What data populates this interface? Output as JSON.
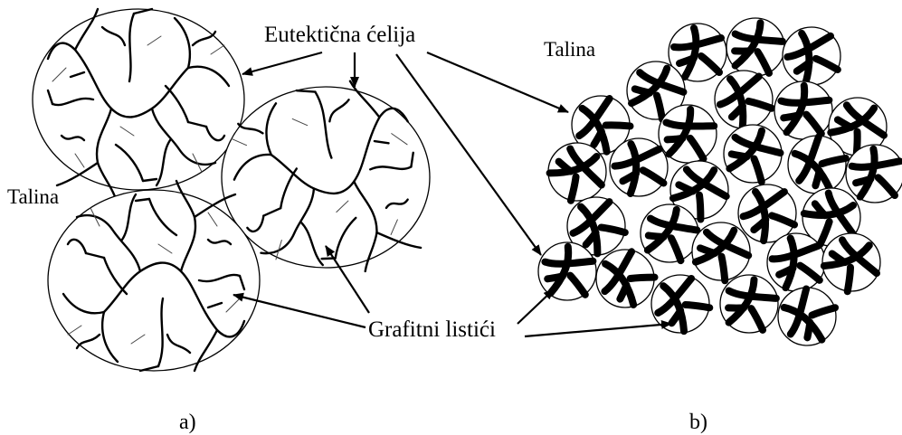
{
  "labels": {
    "eutectic_cell": "Eutektična ćelija",
    "melt": "Talina",
    "graphite_flakes": "Grafitni listići",
    "panel_a": "a)",
    "panel_b": "b)"
  },
  "colors": {
    "ink": "#000000",
    "background": "#ffffff"
  }
}
